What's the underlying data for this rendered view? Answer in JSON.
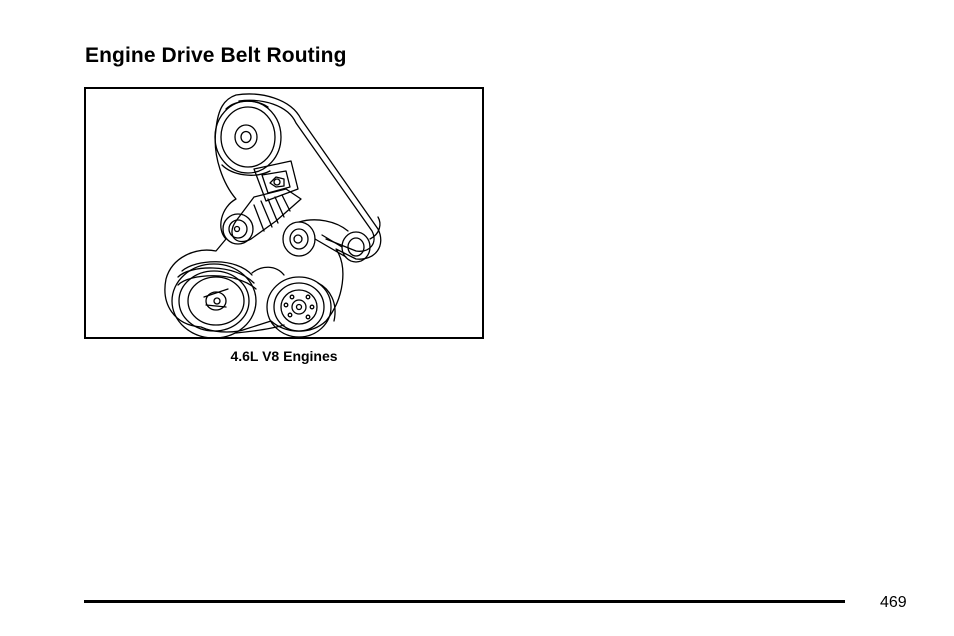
{
  "section": {
    "title": "Engine Drive Belt Routing"
  },
  "figure": {
    "caption": "4.6L V8 Engines",
    "illustration_icon": "belt-routing-diagram-icon"
  },
  "footer": {
    "page_number": "469"
  }
}
